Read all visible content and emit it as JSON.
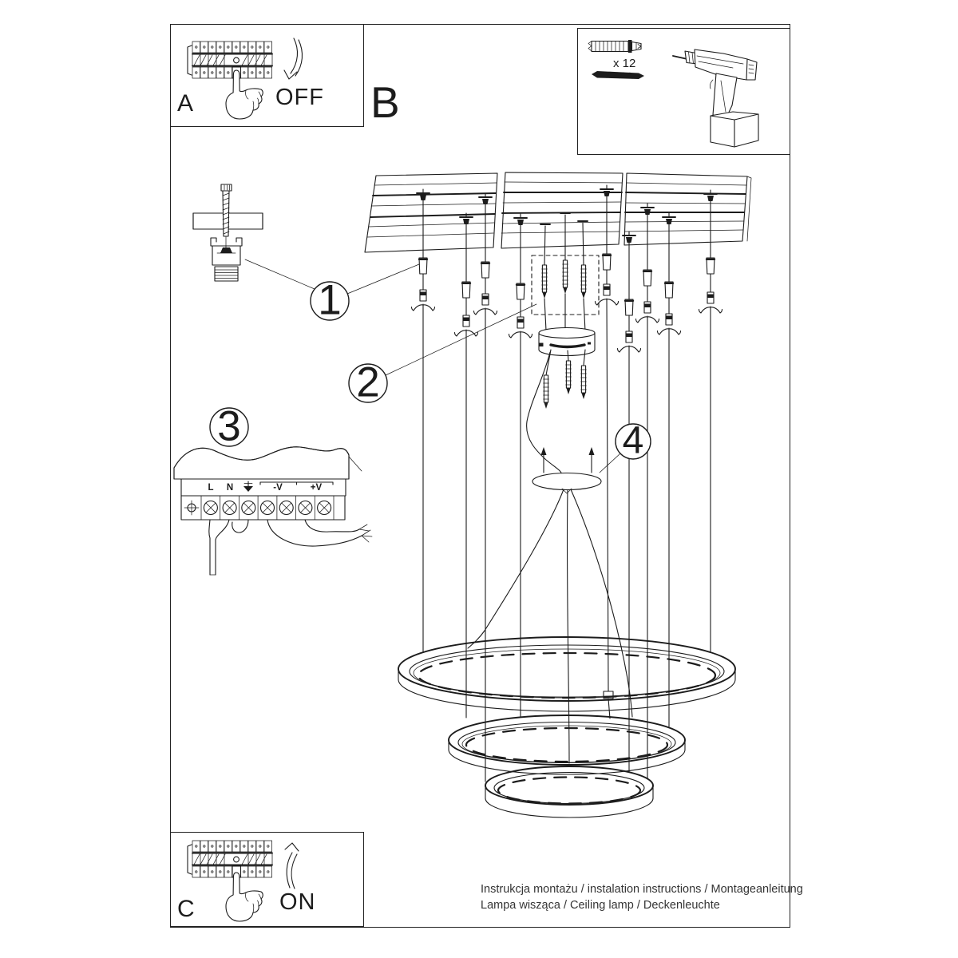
{
  "box_a": {
    "letter": "A",
    "action": "OFF"
  },
  "box_c": {
    "letter": "C",
    "action": "ON"
  },
  "section": {
    "letter": "B"
  },
  "tools_box": {
    "dowel_count": "x 12"
  },
  "steps": {
    "step1": "1",
    "step2": "2",
    "step3": "3",
    "step4": "4"
  },
  "driver": {
    "terminal_l": "L",
    "terminal_n": "N",
    "terminal_neg_v": "-V",
    "terminal_pos_v": "+V"
  },
  "footer": {
    "line1": "Instrukcja montażu / instalation instructions / Montageanleitung",
    "line2": "Lampa wisząca / Ceiling lamp / Deckenleuchte"
  },
  "colors": {
    "ink": "#1c1c1c",
    "paper": "#ffffff"
  }
}
